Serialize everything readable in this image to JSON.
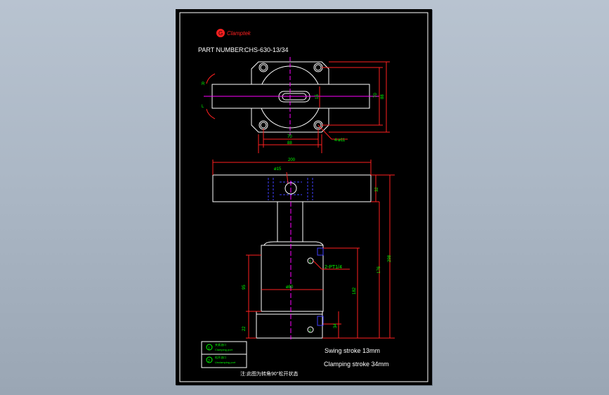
{
  "brand": {
    "logo_text": "Clamptek",
    "logo_mark": "G"
  },
  "part_number": {
    "label": "PART NUMBER:",
    "value": "CHS-630-13/34"
  },
  "top_view": {
    "dim_width_inner": "70",
    "dim_width_outer": "88",
    "dim_height_inner": "70",
    "dim_height_outer": "88",
    "dim_slot": "15",
    "holes_note": "4-ø11",
    "mark_r": "R",
    "mark_l": "L"
  },
  "side_view": {
    "dim_arm_length": "200",
    "dim_pin": "ø15",
    "dim_arm_thickness": "32",
    "dim_total": "298",
    "dim_body_to_arm": "176",
    "dim_ports_height": "182",
    "dim_body_height": "95",
    "dim_base": "22",
    "dim_base_port": "34",
    "dim_body_dia": "ø80",
    "port_note": "2-PT1/4",
    "port_top_num": "1",
    "port_bottom_num": "2"
  },
  "legend": {
    "items": [
      {
        "num": "1",
        "label_cn": "夹紧油口",
        "label_en": "Clamping port"
      },
      {
        "num": "2",
        "label_cn": "松开油口",
        "label_en": "Unclamping port"
      }
    ]
  },
  "specs": {
    "swing_stroke": "Swing stroke 13mm",
    "clamping_stroke": "Clamping stroke 34mm"
  },
  "note": "注:此图为转角90°松开状态",
  "colors": {
    "outline": "#ffffff",
    "dim": "#ff2020",
    "text_dim": "#00ff00",
    "center": "#ff00ff",
    "hidden": "#4040ff"
  }
}
